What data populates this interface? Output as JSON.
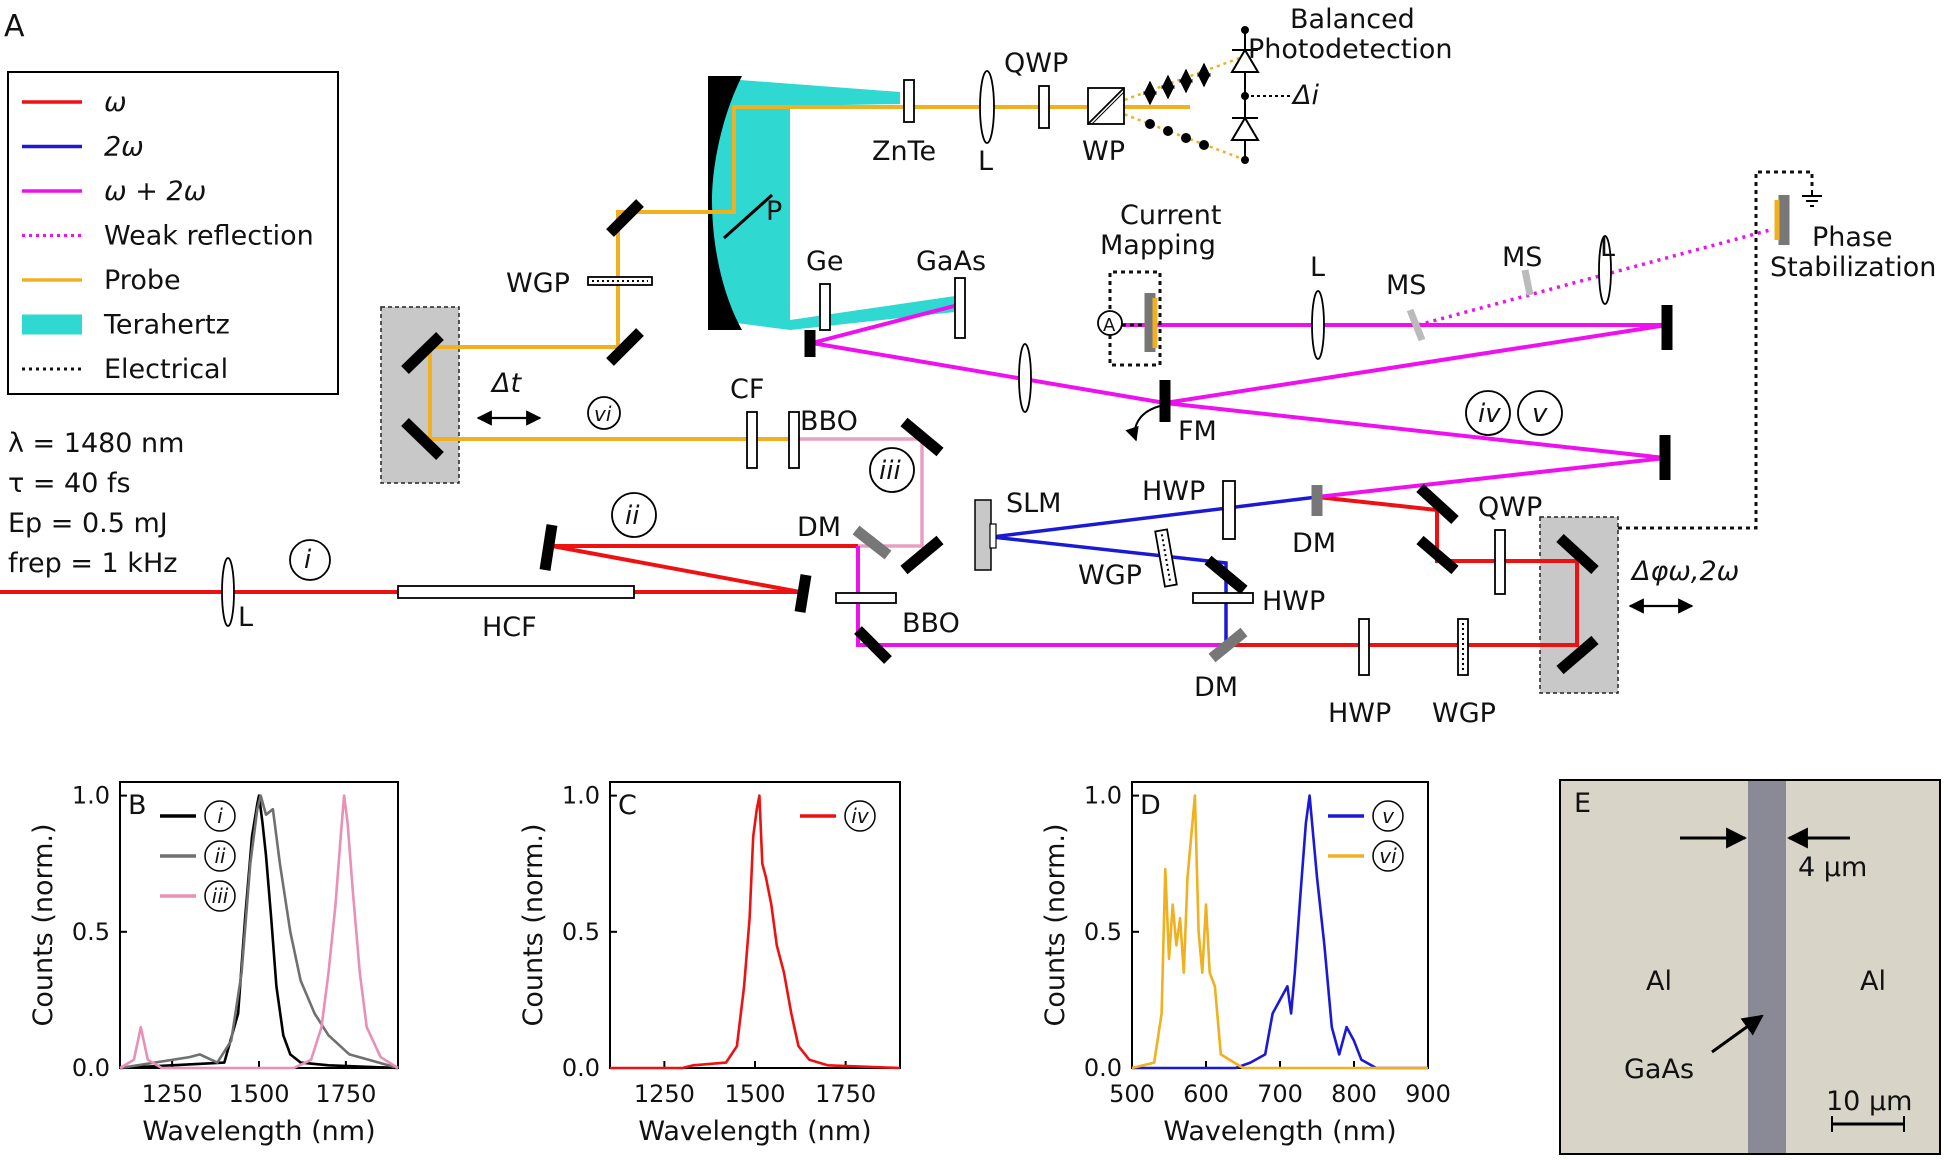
{
  "panel_labels": {
    "a": "A",
    "b": "B",
    "c": "C",
    "d": "D",
    "e": "E"
  },
  "legend": {
    "items": [
      {
        "label": "ω",
        "color": "#ee1111",
        "style": "solid"
      },
      {
        "label": "2ω",
        "color": "#1a1ad6",
        "style": "solid"
      },
      {
        "label": "ω + 2ω",
        "color": "#ee10ee",
        "style": "solid"
      },
      {
        "label": "Weak reflection",
        "color": "#ee10ee",
        "style": "dotted"
      },
      {
        "label": "Probe",
        "color": "#f0b020",
        "style": "solid"
      },
      {
        "label": "Terahertz",
        "color": "#2fd8d0",
        "style": "fill"
      },
      {
        "label": "Electrical",
        "color": "#111111",
        "style": "dotted"
      }
    ]
  },
  "laser_params": [
    "λ = 1480 nm",
    "τ = 40 fs",
    "Ep = 0.5 mJ",
    "frep = 1 kHz"
  ],
  "component_labels": {
    "balanced_1": "Balanced",
    "balanced_2": "Photodetection",
    "delta_i": "Δi",
    "qwp_top": "QWP",
    "znte": "ZnTe",
    "lens": "L",
    "wp": "WP",
    "p": "P",
    "wgp_top": "WGP",
    "ge": "Ge",
    "gaas": "GaAs",
    "current_1": "Current",
    "current_2": "Mapping",
    "ammeter": "A",
    "ms1": "MS",
    "ms2": "MS",
    "phase_1": "Phase",
    "phase_2": "Stabilization",
    "delta_t": "Δt",
    "cf": "CF",
    "bbo1": "BBO",
    "bbo2": "BBO",
    "fm": "FM",
    "slm": "SLM",
    "hwp1": "HWP",
    "hwp2": "HWP",
    "hwp3": "HWP",
    "dm1": "DM",
    "dm2": "DM",
    "dm3": "DM",
    "qwp_bot": "QWP",
    "wgp_mid": "WGP",
    "wgp_bot": "WGP",
    "hcf": "HCF",
    "delta_phi": "Δφω,2ω"
  },
  "beam_markers": [
    "i",
    "ii",
    "iii",
    "iv",
    "v",
    "vi"
  ],
  "colors": {
    "omega": "#ee1111",
    "two_omega": "#1a1ad6",
    "sum": "#ee10ee",
    "probe": "#f0b020",
    "terahertz": "#2fd8d0",
    "iii_trace": "#e890b8",
    "ii_trace": "#707070",
    "i_trace": "#000000",
    "stage": "#c8c8c8"
  },
  "chart_data": [
    {
      "panel": "B",
      "type": "line",
      "xlabel": "Wavelength (nm)",
      "ylabel": "Counts (norm.)",
      "xlim": [
        1100,
        1900
      ],
      "ylim": [
        0,
        1.05
      ],
      "xticks": [
        1250,
        1500,
        1750
      ],
      "yticks": [
        0.0,
        0.5,
        1.0
      ],
      "tick_labels_x": [
        "1250",
        "1500",
        "1750"
      ],
      "tick_labels_y": [
        "0.0",
        "0.5",
        "1.0"
      ],
      "legend_position": "top-left",
      "series": [
        {
          "name": "i",
          "color": "#000000",
          "x": [
            1100,
            1400,
            1440,
            1460,
            1480,
            1495,
            1500,
            1510,
            1520,
            1535,
            1550,
            1570,
            1590,
            1620,
            1700,
            1900
          ],
          "y": [
            0,
            0.02,
            0.2,
            0.55,
            0.85,
            0.97,
            1.0,
            0.9,
            0.78,
            0.55,
            0.3,
            0.12,
            0.05,
            0.02,
            0.01,
            0
          ]
        },
        {
          "name": "ii",
          "color": "#707070",
          "x": [
            1100,
            1300,
            1330,
            1380,
            1420,
            1450,
            1475,
            1495,
            1505,
            1520,
            1540,
            1560,
            1590,
            1620,
            1660,
            1700,
            1760,
            1900
          ],
          "y": [
            0,
            0.04,
            0.05,
            0.02,
            0.1,
            0.35,
            0.75,
            0.95,
            1.0,
            0.93,
            0.95,
            0.75,
            0.5,
            0.32,
            0.2,
            0.12,
            0.05,
            0
          ]
        },
        {
          "name": "iii",
          "color": "#e890b8",
          "x": [
            1100,
            1140,
            1160,
            1180,
            1220,
            1600,
            1650,
            1680,
            1700,
            1720,
            1735,
            1745,
            1755,
            1770,
            1790,
            1810,
            1850,
            1900
          ],
          "y": [
            0,
            0.03,
            0.15,
            0.03,
            0,
            0,
            0.03,
            0.15,
            0.35,
            0.6,
            0.85,
            1.0,
            0.9,
            0.65,
            0.35,
            0.15,
            0.04,
            0
          ]
        }
      ]
    },
    {
      "panel": "C",
      "type": "line",
      "xlabel": "Wavelength (nm)",
      "ylabel": "Counts (norm.)",
      "xlim": [
        1100,
        1900
      ],
      "ylim": [
        0,
        1.05
      ],
      "xticks": [
        1250,
        1500,
        1750
      ],
      "yticks": [
        0.0,
        0.5,
        1.0
      ],
      "tick_labels_x": [
        "1250",
        "1500",
        "1750"
      ],
      "tick_labels_y": [
        "0.0",
        "0.5",
        "1.0"
      ],
      "legend_position": "top-right",
      "series": [
        {
          "name": "iv",
          "color": "#ee1111",
          "x": [
            1100,
            1300,
            1330,
            1420,
            1450,
            1470,
            1485,
            1495,
            1505,
            1512,
            1520,
            1530,
            1545,
            1560,
            1580,
            1600,
            1620,
            1650,
            1700,
            1900
          ],
          "y": [
            0,
            0,
            0.01,
            0.02,
            0.08,
            0.3,
            0.55,
            0.85,
            0.95,
            1.0,
            0.75,
            0.7,
            0.6,
            0.45,
            0.35,
            0.2,
            0.08,
            0.03,
            0.01,
            0
          ]
        }
      ]
    },
    {
      "panel": "D",
      "type": "line",
      "xlabel": "Wavelength (nm)",
      "ylabel": "Counts (norm.)",
      "xlim": [
        500,
        900
      ],
      "ylim": [
        0,
        1.05
      ],
      "xticks": [
        500,
        600,
        700,
        800,
        900
      ],
      "yticks": [
        0.0,
        0.5,
        1.0
      ],
      "tick_labels_x": [
        "500",
        "600",
        "700",
        "800",
        "900"
      ],
      "tick_labels_y": [
        "0.0",
        "0.5",
        "1.0"
      ],
      "legend_position": "top-right",
      "series": [
        {
          "name": "v",
          "color": "#1a1ad6",
          "x": [
            500,
            640,
            660,
            680,
            690,
            700,
            710,
            715,
            720,
            728,
            735,
            740,
            745,
            750,
            760,
            770,
            780,
            790,
            800,
            810,
            830,
            900
          ],
          "y": [
            0,
            0,
            0.02,
            0.05,
            0.2,
            0.25,
            0.3,
            0.2,
            0.35,
            0.65,
            0.9,
            1.0,
            0.85,
            0.7,
            0.45,
            0.15,
            0.05,
            0.15,
            0.1,
            0.03,
            0,
            0
          ]
        },
        {
          "name": "vi",
          "color": "#f0b020",
          "x": [
            500,
            530,
            540,
            545,
            550,
            555,
            560,
            565,
            570,
            575,
            580,
            585,
            590,
            595,
            600,
            605,
            612,
            620,
            650,
            900
          ],
          "y": [
            0,
            0.02,
            0.2,
            0.73,
            0.4,
            0.6,
            0.45,
            0.55,
            0.35,
            0.7,
            0.85,
            1.0,
            0.5,
            0.35,
            0.6,
            0.35,
            0.3,
            0.05,
            0,
            0
          ]
        }
      ]
    }
  ],
  "panel_e": {
    "width_label": "4 μm",
    "left_label": "Al",
    "right_label": "Al",
    "center_label": "GaAs",
    "scalebar_label": "10 μm"
  }
}
